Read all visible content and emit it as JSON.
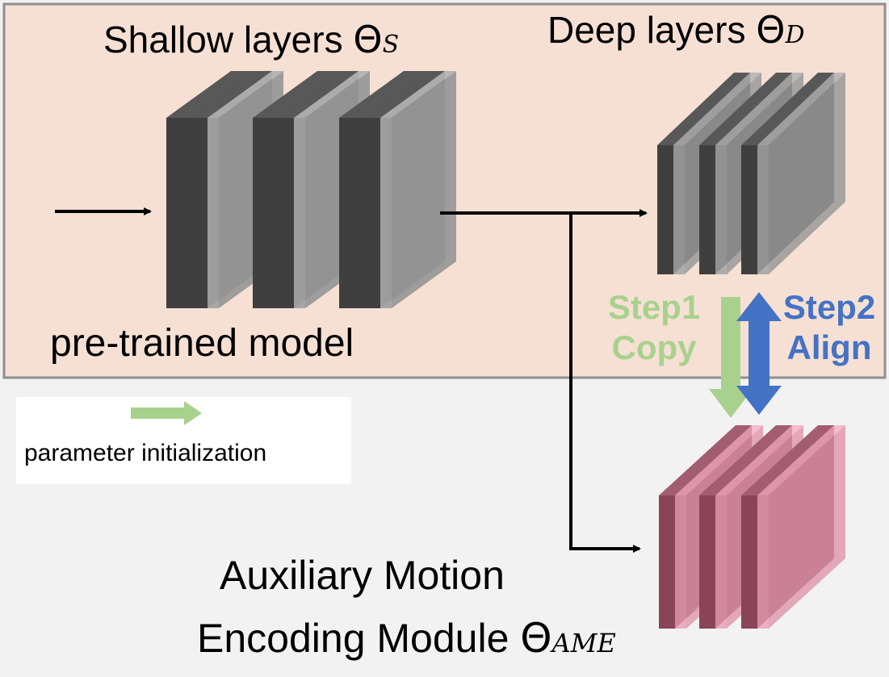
{
  "colors": {
    "panel_fill": "#f6e0d4",
    "panel_border": "#8f8f8f",
    "background": "#f2f2f2",
    "layer_dark": "#3f3f3f",
    "layer_gray": "#a3a3a3",
    "ame_dark": "#8a4457",
    "ame_pink": "#e79db3",
    "copy_green": "#a9d18e",
    "align_blue": "#4472c4"
  },
  "labels": {
    "shallow_text": "Shallow layers ",
    "shallow_sub": "S",
    "deep_text": "Deep layers ",
    "deep_sub": "D",
    "theta": "Θ",
    "pretrained": "pre-trained model",
    "ame_line1": "Auxiliary Motion",
    "ame_line2_text": "Encoding Module ",
    "ame_sub": "AME",
    "legend": "parameter initialization",
    "step1_line1": "Step1",
    "step1_line2": "Copy",
    "step2_line1": "Step2",
    "step2_line2": "Align"
  }
}
